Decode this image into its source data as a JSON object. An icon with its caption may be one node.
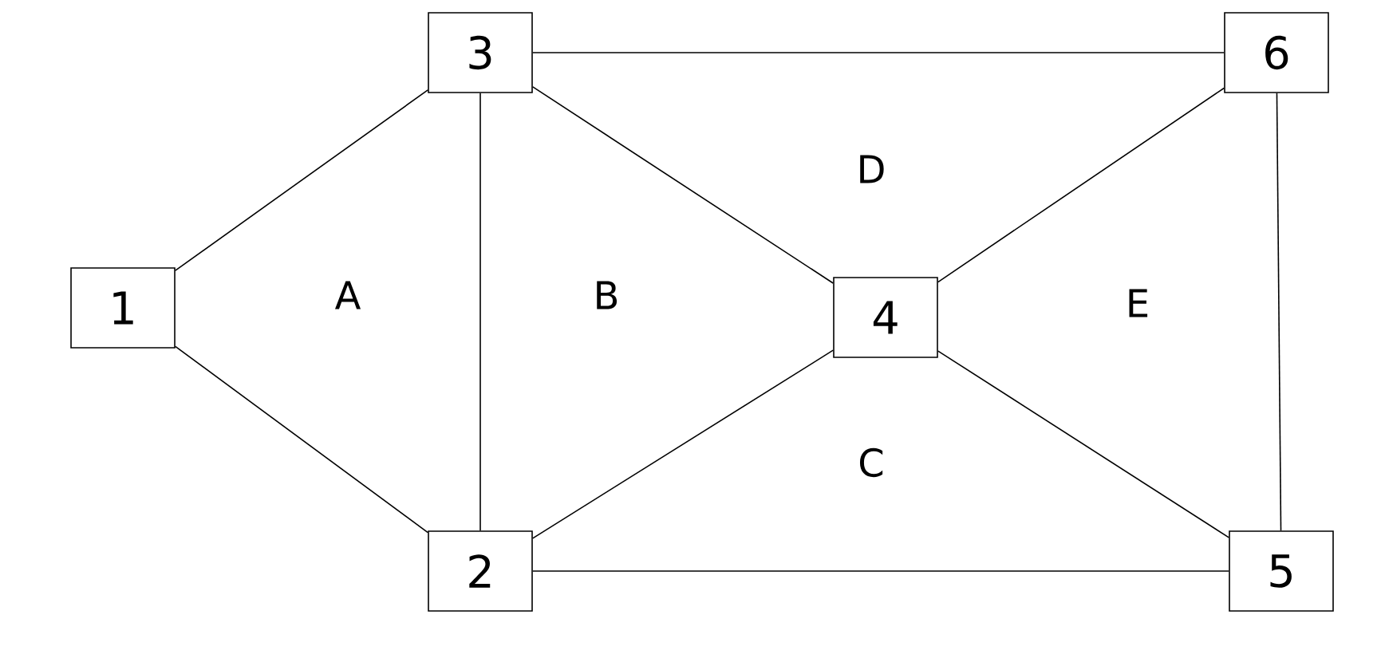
{
  "diagram": {
    "nodes": [
      {
        "text": [
          "1"
        ]
      },
      {
        "text": [
          "2"
        ]
      },
      {
        "text": [
          "3"
        ]
      },
      {
        "text": [
          "4"
        ]
      },
      {
        "text": [
          "5"
        ]
      },
      {
        "text": [
          "6"
        ]
      }
    ],
    "edges": [
      {
        "from": 0,
        "to": 2,
        "arrow": "none"
      },
      {
        "from": 0,
        "to": 1,
        "arrow": "none"
      },
      {
        "from": 2,
        "to": 1,
        "arrow": "none"
      },
      {
        "from": 2,
        "to": 5,
        "arrow": "none"
      },
      {
        "from": 2,
        "to": 3,
        "arrow": "none"
      },
      {
        "from": 3,
        "to": 5,
        "arrow": "none"
      },
      {
        "from": 1,
        "to": 3,
        "arrow": "none"
      },
      {
        "from": 1,
        "to": 4,
        "arrow": "none"
      },
      {
        "from": 3,
        "to": 4,
        "arrow": "none"
      },
      {
        "from": 5,
        "to": 4,
        "arrow": "none"
      }
    ],
    "labels": [
      "D",
      "A",
      "B",
      "E",
      "C"
    ]
  }
}
